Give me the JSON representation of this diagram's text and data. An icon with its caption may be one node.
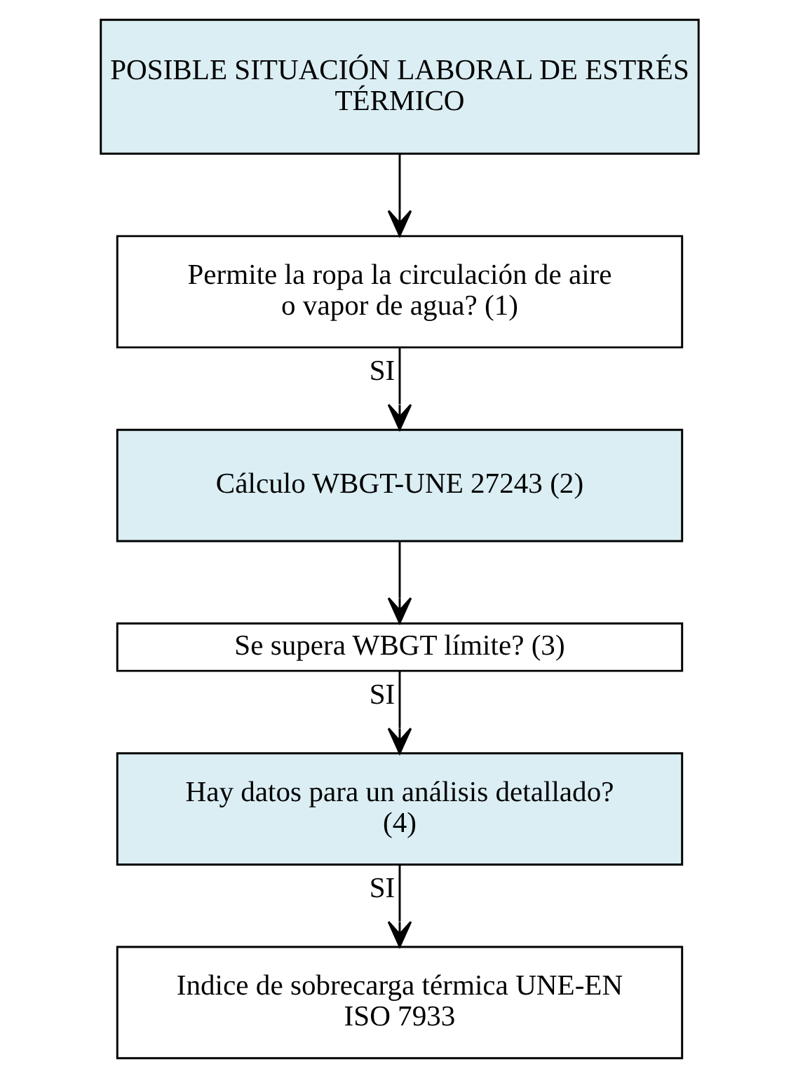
{
  "diagram": {
    "nodes": [
      {
        "text": [
          "POSIBLE SITUACIÓN LABORAL DE ESTRÉS TÉRMICO"
        ]
      },
      {
        "text": [
          "Permite la ropa la circulación de aire o vapor de agua? (1)"
        ]
      },
      {
        "text": [
          "Cálculo WBGT-UNE 27243 (2)"
        ]
      },
      {
        "text": [
          "Se supera WBGT límite? (3)"
        ]
      },
      {
        "text": [
          "Hay datos para un análisis detallado? (4)"
        ]
      },
      {
        "text": [
          "Indice de sobrecarga térmica UNE-EN ISO 7933"
        ]
      }
    ],
    "edges": [
      {
        "from": 0,
        "to": 1,
        "arrow": "to"
      },
      {
        "from": 1,
        "to": 2,
        "arrow": "to",
        "label": "SI"
      },
      {
        "from": 2,
        "to": 3,
        "arrow": "to"
      },
      {
        "from": 3,
        "to": 4,
        "arrow": "to",
        "label": "SI"
      },
      {
        "from": 4,
        "to": 5,
        "arrow": "to",
        "label": "SI"
      }
    ]
  }
}
